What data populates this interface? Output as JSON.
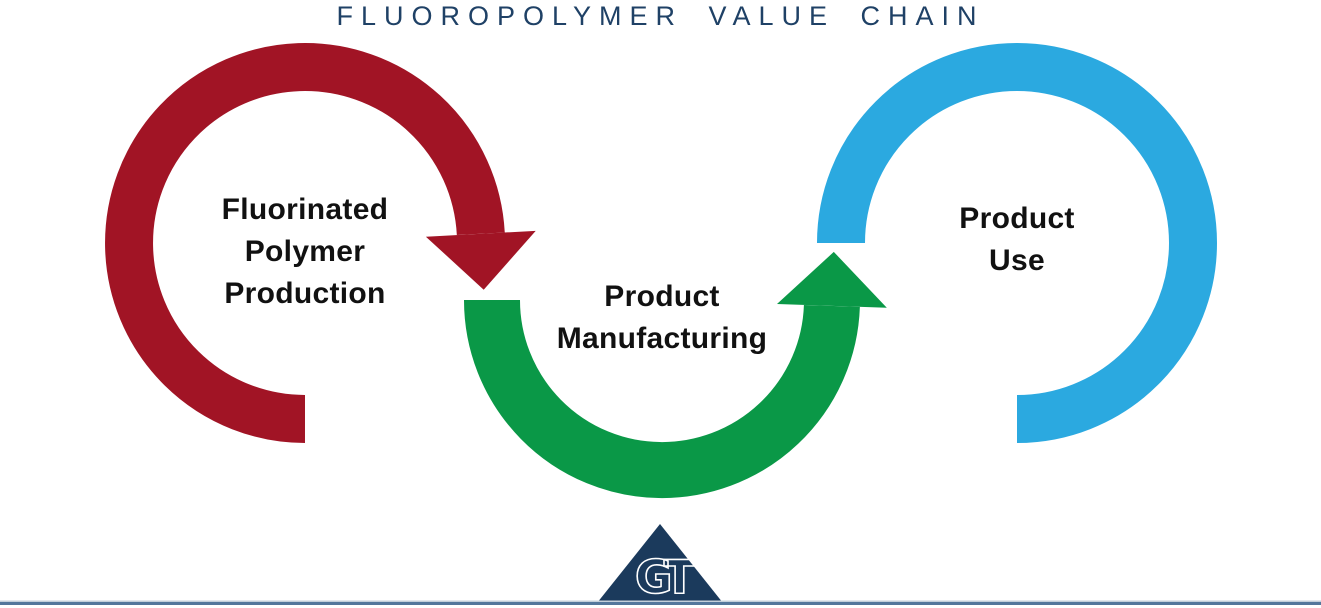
{
  "title": "FLUOROPOLYMER VALUE CHAIN",
  "stages": [
    {
      "name": "fluorinated-polymer-production",
      "lines": [
        "Fluorinated",
        "Polymer",
        "Production"
      ],
      "color": "#a11425"
    },
    {
      "name": "product-manufacturing",
      "lines": [
        "Product",
        "Manufacturing"
      ],
      "color": "#0a9847"
    },
    {
      "name": "product-use",
      "lines": [
        "Product",
        "Use"
      ],
      "color": "#2ba9e0"
    }
  ],
  "colors": {
    "title_navy": "#1f4166",
    "logo_navy": "#1b3a5c",
    "label_text": "#111111",
    "footer_rule": "#54779c",
    "footer_rule_highlight": "#c3cfda"
  },
  "logo": {
    "monogram": "GT",
    "color": "#1b3a5c"
  }
}
